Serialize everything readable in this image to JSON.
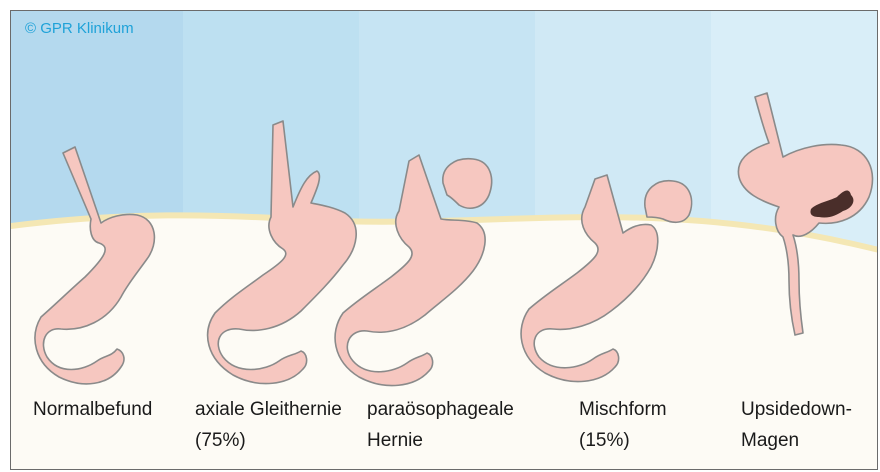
{
  "copyright": "© GPR Klinikum",
  "panels": [
    {
      "line1": "Normalbefund",
      "line2": ""
    },
    {
      "line1": "axiale Gleithernie",
      "line2": "(75%)"
    },
    {
      "line1": "paraösophageale",
      "line2": "Hernie"
    },
    {
      "line1": "Mischform",
      "line2": "(15%)"
    },
    {
      "line1": "Upsidedown-",
      "line2": "Magen"
    }
  ],
  "colors": {
    "stomach_fill": "#f6c7c0",
    "stomach_outline": "#8a8a8a",
    "diaphragm": "#f4e7b4",
    "floor": "#fdfbf5",
    "copyright": "#1fa2d8",
    "sky_columns": [
      "#b4d9ee",
      "#bde0f1",
      "#c6e4f3",
      "#d0e9f5",
      "#d9eef8"
    ],
    "dark_spot": "#4a2e2a"
  }
}
